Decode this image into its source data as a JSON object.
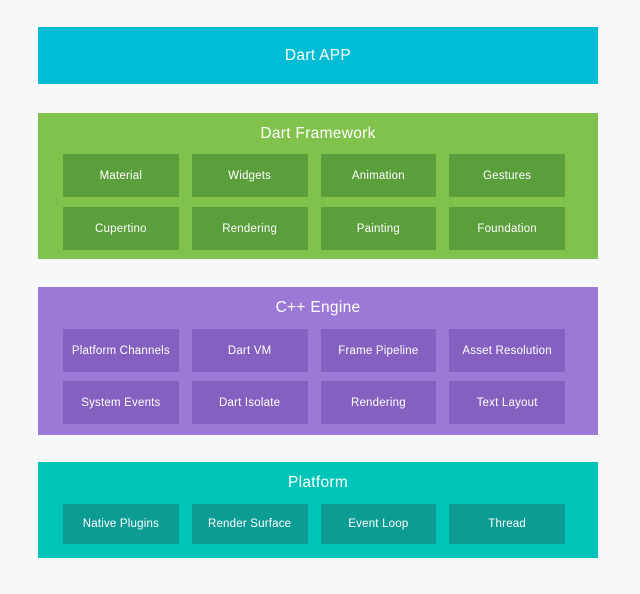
{
  "page": {
    "background_color": "#f7f8f9",
    "text_color": "#ffffff"
  },
  "diagram": {
    "layers": [
      {
        "name": "dart-app",
        "title": "Dart APP",
        "band_color": "#00bcd4"
      },
      {
        "name": "dart-framework",
        "title": "Dart Framework",
        "band_color": "#80c24b",
        "box_color": "#5b9e3c",
        "rows": [
          [
            "Material",
            "Widgets",
            "Animation",
            "Gestures"
          ],
          [
            "Cupertino",
            "Rendering",
            "Painting",
            "Foundation"
          ]
        ]
      },
      {
        "name": "cpp-engine",
        "title": "C++ Engine",
        "band_color": "#9b79d6",
        "box_color": "#8461c0",
        "rows": [
          [
            "Platform Channels",
            "Dart VM",
            "Frame Pipeline",
            "Asset Resolution"
          ],
          [
            "System Events",
            "Dart Isolate",
            "Rendering",
            "Text Layout"
          ]
        ]
      },
      {
        "name": "platform",
        "title": "Platform",
        "band_color": "#00c4b7",
        "box_color": "#0d9c94",
        "rows": [
          [
            "Native Plugins",
            "Render Surface",
            "Event Loop",
            "Thread"
          ]
        ]
      }
    ]
  }
}
